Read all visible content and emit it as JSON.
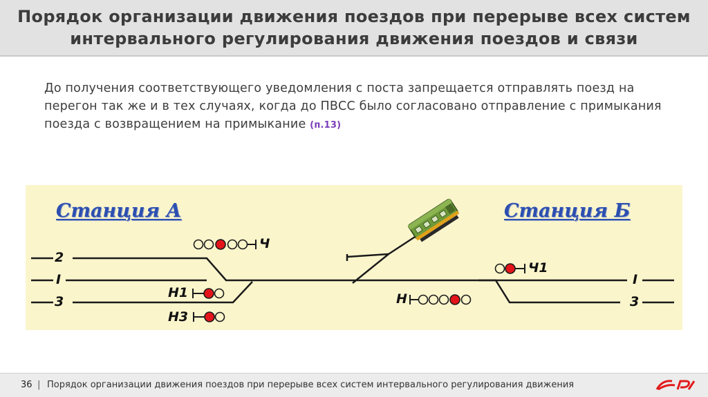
{
  "header": {
    "title": "Порядок организации движения поездов при перерыве всех систем интервального регулирования движения поездов и связи"
  },
  "content": {
    "paragraph": "До получения соответствующего уведомления с поста запрещается отправлять поезд на перегон так же и в тех случаях, когда до ПВСС было согласовано отправление с примыкания поезда с возвращением на примыкание",
    "reference": "(п.13)"
  },
  "diagram": {
    "station_a": "Станция А",
    "station_b": "Станция Б",
    "track_labels_a": {
      "track_2": "2",
      "track_1": "I",
      "track_3": "3"
    },
    "track_labels_b": {
      "track_1": "I",
      "track_3": "3"
    },
    "signals": {
      "ch": "Ч",
      "n1": "Н1",
      "n3": "Н3",
      "n": "Н",
      "ch1": "Ч1"
    },
    "colors": {
      "background": "#fbf5cc",
      "track": "#1a1a1a",
      "signal_red": "#e3151a",
      "locomotive": "#6f9a3a"
    }
  },
  "footer": {
    "page_number": "36",
    "separator": "|",
    "text": "Порядок организации движения поездов при перерыве всех систем интервального регулирования движения",
    "logo": "РЖД",
    "logo_icon": "rzd-logo-icon"
  }
}
